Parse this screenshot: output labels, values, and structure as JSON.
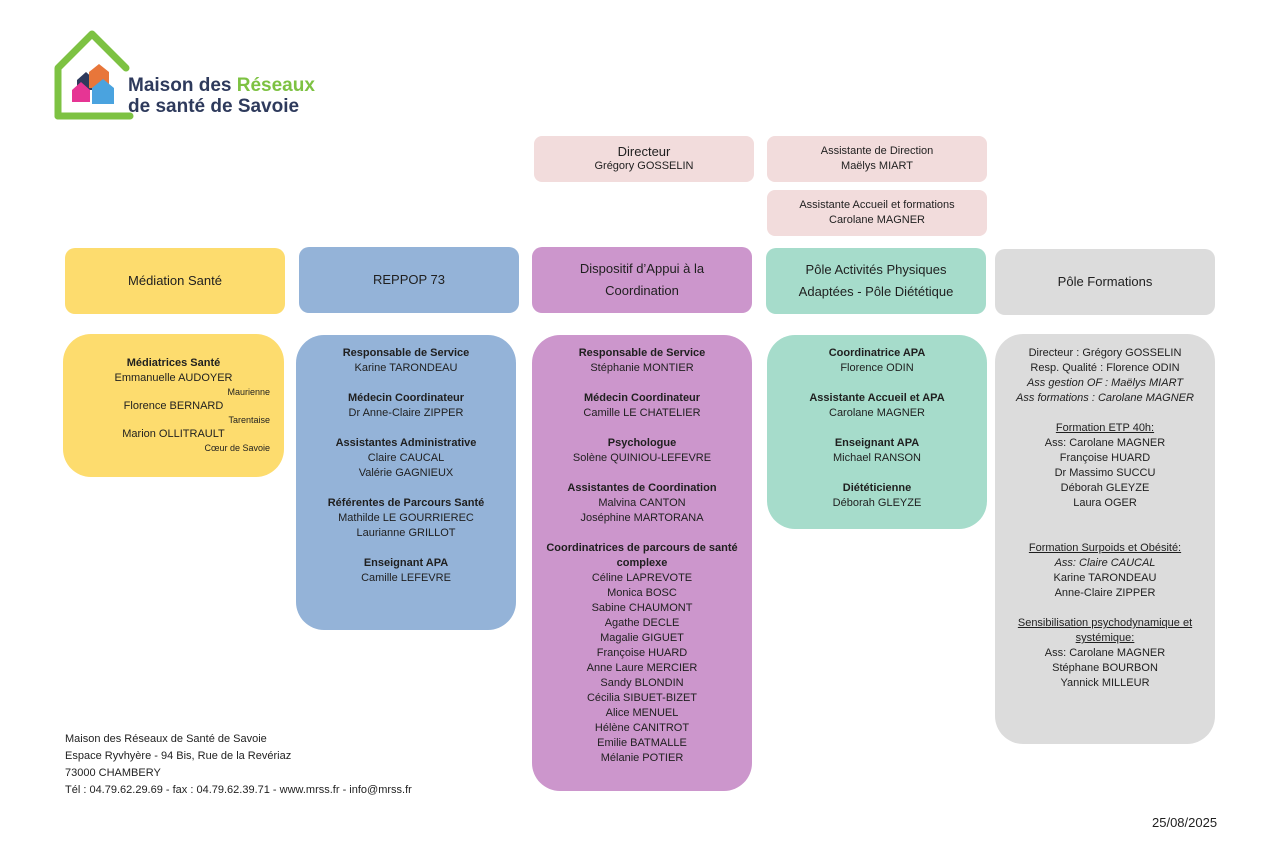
{
  "logo": {
    "line1_a": "Maison des ",
    "line1_b": "Réseaux",
    "line2": "de santé de Savoie",
    "colors": {
      "green": "#7dc242",
      "navy": "#2e3a5c",
      "magenta": "#e63594",
      "blue": "#4aa3df",
      "orange": "#e8763a"
    }
  },
  "top": {
    "director": {
      "title": "Directeur",
      "name": "Grégory GOSSELIN"
    },
    "assistant_direction": {
      "title": "Assistante de Direction",
      "name": "Maëlys MIART"
    },
    "assistant_accueil": {
      "title": "Assistante Accueil et formations",
      "name": "Carolane MAGNER"
    }
  },
  "headers": {
    "mediation": "Médiation Santé",
    "reppop": "REPPOP 73",
    "dac_line1": "Dispositif d’Appui à la",
    "dac_line2": "Coordination",
    "apa_line1": "Pôle Activités Physiques",
    "apa_line2": "Adaptées  - Pôle Diététique",
    "formations": "Pôle Formations"
  },
  "mediation": {
    "role": "Médiatrices Santé",
    "p1": "Emmanuelle AUDOYER",
    "p1_area": "Maurienne",
    "p2": "Florence BERNARD",
    "p2_area": "Tarentaise",
    "p3": "Marion OLLITRAULT",
    "p3_area": "Cœur de Savoie"
  },
  "reppop": {
    "r1": "Responsable de Service",
    "n1": "Karine TARONDEAU",
    "r2": "Médecin Coordinateur",
    "n2": "Dr Anne-Claire ZIPPER",
    "r3": "Assistantes Administrative",
    "n3a": "Claire CAUCAL",
    "n3b": "Valérie GAGNIEUX",
    "r4": "Référentes de Parcours Santé",
    "n4a": "Mathilde LE GOURRIEREC",
    "n4b": "Laurianne GRILLOT",
    "r5": "Enseignant APA",
    "n5": "Camille LEFEVRE"
  },
  "dac": {
    "r1": "Responsable de Service",
    "n1": "Stéphanie MONTIER",
    "r2": "Médecin Coordinateur",
    "n2": "Camille LE CHATELIER",
    "r3": "Psychologue",
    "n3": "Solène QUINIOU-LEFEVRE",
    "r4": "Assistantes de Coordination",
    "n4a": "Malvina CANTON",
    "n4b": "Joséphine MARTORANA",
    "r5a": "Coordinatrices de parcours de santé",
    "r5b": "complexe",
    "list": [
      "Céline LAPREVOTE",
      "Monica BOSC",
      "Sabine CHAUMONT",
      "Agathe DECLE",
      "Magalie GIGUET",
      "Françoise HUARD",
      "Anne Laure MERCIER",
      "Sandy BLONDIN",
      "Cécilia SIBUET-BIZET",
      "Alice MENUEL",
      "Hélène CANITROT",
      "Emilie BATMALLE",
      "Mélanie POTIER"
    ]
  },
  "apa": {
    "r1": "Coordinatrice APA",
    "n1": "Florence ODIN",
    "r2": "Assistante Accueil et APA",
    "n2": "Carolane MAGNER",
    "r3": "Enseignant APA",
    "n3": "Michael RANSON",
    "r4": "Diététicienne",
    "n4": "Déborah GLEYZE"
  },
  "formations": {
    "l1": "Directeur : Grégory GOSSELIN",
    "l2": "Resp. Qualité : Florence ODIN",
    "l3": "Ass gestion OF : Maëlys MIART",
    "l4": "Ass formations : Carolane MAGNER",
    "etp_title": "Formation ETP 40h:",
    "etp": [
      "Ass: Carolane MAGNER",
      "Françoise HUARD",
      "Dr Massimo SUCCU",
      "Déborah GLEYZE",
      "Laura OGER"
    ],
    "obes_title": "Formation Surpoids et Obésité:",
    "obes_ass": "Ass: Claire CAUCAL",
    "obes": [
      "Karine TARONDEAU",
      "Anne-Claire ZIPPER"
    ],
    "sens_title1": "Sensibilisation psychodynamique et",
    "sens_title2": "systémique:",
    "sens": [
      "Ass: Carolane MAGNER",
      "Stéphane BOURBON",
      "Yannick MILLEUR"
    ]
  },
  "footer": {
    "l1": "Maison des Réseaux de Santé de Savoie",
    "l2": "Espace Ryvhyère - 94 Bis, Rue de la Revériaz",
    "l3": "73000 CHAMBERY",
    "l4": "Tél : 04.79.62.29.69 - fax : 04.79.62.39.71 - www.mrss.fr - info@mrss.fr"
  },
  "date": "25/08/2025"
}
